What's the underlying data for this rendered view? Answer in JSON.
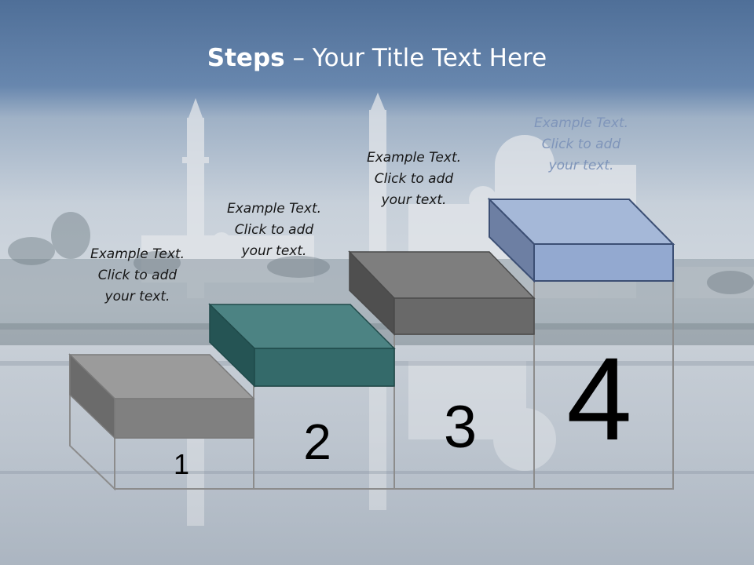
{
  "slide": {
    "title_bold": "Steps",
    "title_rest": " – Your Title Text Here",
    "steps": [
      {
        "number": "1",
        "color": "#7f7f7f",
        "caption": [
          "Example Text.",
          "Click  to add",
          "your text."
        ]
      },
      {
        "number": "2",
        "color": "#346a6a",
        "caption": [
          "Example Text.",
          "Click  to add",
          "your text."
        ]
      },
      {
        "number": "3",
        "color": "#696969",
        "caption": [
          "Example Text.",
          "Click  to add",
          "your text."
        ]
      },
      {
        "number": "4",
        "color": "#a5b8d8",
        "caption": [
          "Example Text.",
          "Click  to add",
          "your text."
        ]
      }
    ]
  }
}
